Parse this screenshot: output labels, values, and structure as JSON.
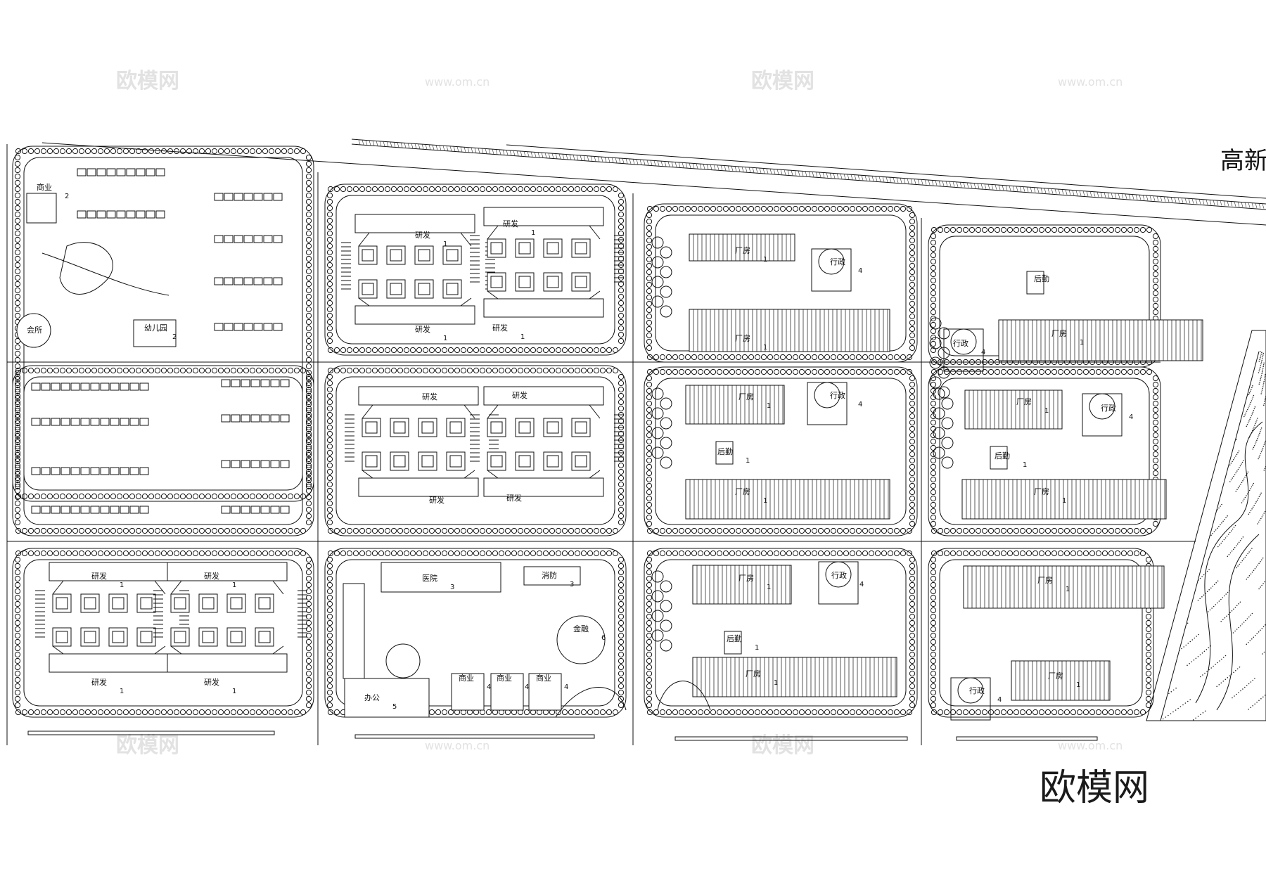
{
  "brand": {
    "logo_text": "欧模网",
    "watermark_text": "欧模网",
    "watermark_url": "www.om.cn"
  },
  "road_label": "高新",
  "blocks": [
    {
      "id": "b1",
      "labels": [
        {
          "t": "商业",
          "n": "2"
        },
        {
          "t": "会所",
          "n": ""
        },
        {
          "t": "幼儿园",
          "n": "2"
        }
      ]
    },
    {
      "id": "b2",
      "labels": []
    },
    {
      "id": "b3",
      "labels": [
        {
          "t": "研发",
          "n": "1"
        },
        {
          "t": "研发",
          "n": "1"
        },
        {
          "t": "研发",
          "n": "1"
        },
        {
          "t": "研发",
          "n": "1"
        }
      ]
    },
    {
      "id": "b4",
      "labels": [
        {
          "t": "厂房",
          "n": "1"
        },
        {
          "t": "行政",
          "n": "4"
        },
        {
          "t": "厂房",
          "n": "1"
        }
      ]
    },
    {
      "id": "b5",
      "labels": [
        {
          "t": "后勤",
          "n": ""
        },
        {
          "t": "行政",
          "n": "4"
        },
        {
          "t": "厂房",
          "n": "1"
        }
      ]
    },
    {
      "id": "b6",
      "labels": []
    },
    {
      "id": "b7",
      "labels": [
        {
          "t": "研发",
          "n": ""
        },
        {
          "t": "研发",
          "n": ""
        },
        {
          "t": "研发",
          "n": ""
        },
        {
          "t": "研发",
          "n": ""
        }
      ]
    },
    {
      "id": "b8",
      "labels": [
        {
          "t": "厂房",
          "n": "1"
        },
        {
          "t": "行政",
          "n": "4"
        },
        {
          "t": "后勤",
          "n": "1"
        },
        {
          "t": "厂房",
          "n": "1"
        }
      ]
    },
    {
      "id": "b9",
      "labels": [
        {
          "t": "厂房",
          "n": "1"
        },
        {
          "t": "行政",
          "n": "4"
        },
        {
          "t": "后勤",
          "n": "1"
        },
        {
          "t": "厂房",
          "n": "1"
        }
      ]
    },
    {
      "id": "b10",
      "labels": [
        {
          "t": "研发",
          "n": "1"
        },
        {
          "t": "研发",
          "n": "1"
        },
        {
          "t": "研发",
          "n": "1"
        },
        {
          "t": "研发",
          "n": "1"
        }
      ]
    },
    {
      "id": "b11",
      "labels": [
        {
          "t": "医院",
          "n": "3"
        },
        {
          "t": "消防",
          "n": "3"
        },
        {
          "t": "金融",
          "n": "6"
        },
        {
          "t": "办公",
          "n": "5"
        },
        {
          "t": "商业",
          "n": "4"
        },
        {
          "t": "商业",
          "n": "4"
        },
        {
          "t": "商业",
          "n": "4"
        }
      ]
    },
    {
      "id": "b12",
      "labels": [
        {
          "t": "厂房",
          "n": "1"
        },
        {
          "t": "行政",
          "n": "4"
        },
        {
          "t": "后勤",
          "n": "1"
        },
        {
          "t": "厂房",
          "n": "1"
        }
      ]
    },
    {
      "id": "b13",
      "labels": [
        {
          "t": "厂房",
          "n": "1"
        },
        {
          "t": "行政",
          "n": "4"
        },
        {
          "t": "厂房",
          "n": "1"
        }
      ]
    }
  ]
}
